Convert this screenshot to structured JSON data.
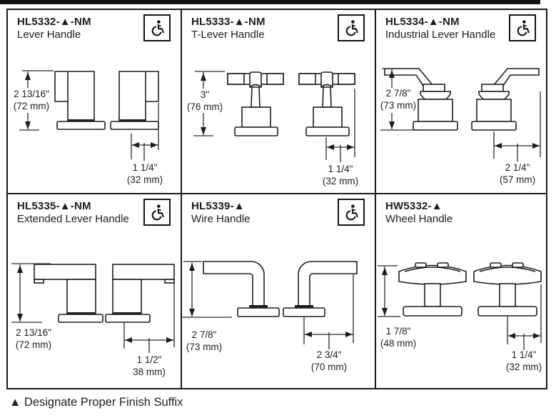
{
  "table": {
    "cells": [
      {
        "part_number": "HL5332-▲-NM",
        "name": "Lever Handle",
        "ada_accessible": true,
        "height_in": "2 13/16\"",
        "height_mm": "(72 mm)",
        "width_in": "1 1/4\"",
        "width_mm": "(32 mm)"
      },
      {
        "part_number": "HL5333-▲-NM",
        "name": "T-Lever Handle",
        "ada_accessible": true,
        "height_in": "3\"",
        "height_mm": "(76 mm)",
        "width_in": "1 1/4\"",
        "width_mm": "(32 mm)"
      },
      {
        "part_number": "HL5334-▲-NM",
        "name": "Industrial Lever Handle",
        "ada_accessible": true,
        "height_in": "2 7/8\"",
        "height_mm": "(73 mm)",
        "width_in": "2 1/4\"",
        "width_mm": "(57 mm)"
      },
      {
        "part_number": "HL5335-▲-NM",
        "name": "Extended Lever Handle",
        "ada_accessible": true,
        "height_in": "2 13/16\"",
        "height_mm": "(72 mm)",
        "width_in": "1 1/2\"",
        "width_mm": "38 mm)"
      },
      {
        "part_number": "HL5339-▲",
        "name": "Wire Handle",
        "ada_accessible": true,
        "height_in": "2 7/8\"",
        "height_mm": "(73 mm)",
        "width_in": "2 3/4\"",
        "width_mm": "(70 mm)"
      },
      {
        "part_number": "HW5332-▲",
        "name": "Wheel Handle",
        "ada_accessible": false,
        "height_in": "1 7/8\"",
        "height_mm": "(48 mm)",
        "width_in": "1 1/4\"",
        "width_mm": "(32 mm)"
      }
    ]
  },
  "footer": {
    "note": "▲ Designate Proper Finish Suffix"
  },
  "icons": {
    "wheelchair_icon": "♿",
    "finish_suffix_marker": "▲"
  },
  "colors": {
    "ink": "#1d1d1b",
    "background": "#ffffff"
  }
}
